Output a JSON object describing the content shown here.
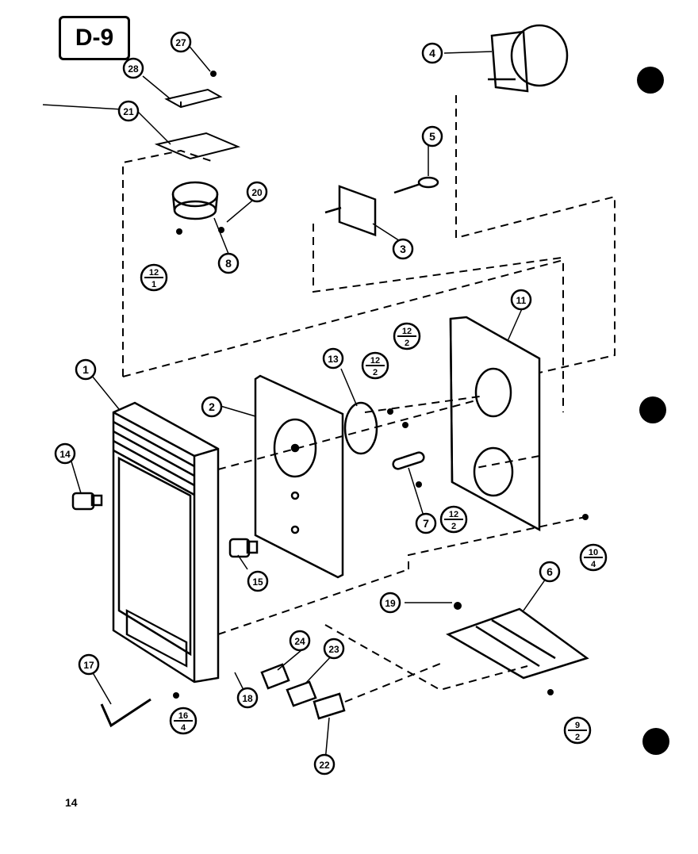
{
  "diagram": {
    "title": "D-9",
    "page_number": "14",
    "callouts": [
      {
        "id": "c1",
        "label": "1"
      },
      {
        "id": "c2",
        "label": "2"
      },
      {
        "id": "c3",
        "label": "3"
      },
      {
        "id": "c4",
        "label": "4"
      },
      {
        "id": "c5",
        "label": "5"
      },
      {
        "id": "c6",
        "label": "6"
      },
      {
        "id": "c7",
        "label": "7"
      },
      {
        "id": "c8",
        "label": "8"
      },
      {
        "id": "c11",
        "label": "11"
      },
      {
        "id": "c13",
        "label": "13"
      },
      {
        "id": "c14",
        "label": "14"
      },
      {
        "id": "c15",
        "label": "15"
      },
      {
        "id": "c17",
        "label": "17"
      },
      {
        "id": "c18",
        "label": "18"
      },
      {
        "id": "c19",
        "label": "19"
      },
      {
        "id": "c20",
        "label": "20"
      },
      {
        "id": "c21",
        "label": "21"
      },
      {
        "id": "c22",
        "label": "22"
      },
      {
        "id": "c23",
        "label": "23"
      },
      {
        "id": "c24",
        "label": "24"
      },
      {
        "id": "c27",
        "label": "27"
      },
      {
        "id": "c28",
        "label": "28"
      }
    ],
    "fraction_callouts": [
      {
        "id": "f12a",
        "top": "12",
        "bottom": "1"
      },
      {
        "id": "f12b",
        "top": "12",
        "bottom": "2"
      },
      {
        "id": "f12c",
        "top": "12",
        "bottom": "2"
      },
      {
        "id": "f12d",
        "top": "12",
        "bottom": "2"
      },
      {
        "id": "f10",
        "top": "10",
        "bottom": "4"
      },
      {
        "id": "f16",
        "top": "16",
        "bottom": "4"
      },
      {
        "id": "f9",
        "top": "9",
        "bottom": "2"
      }
    ]
  }
}
